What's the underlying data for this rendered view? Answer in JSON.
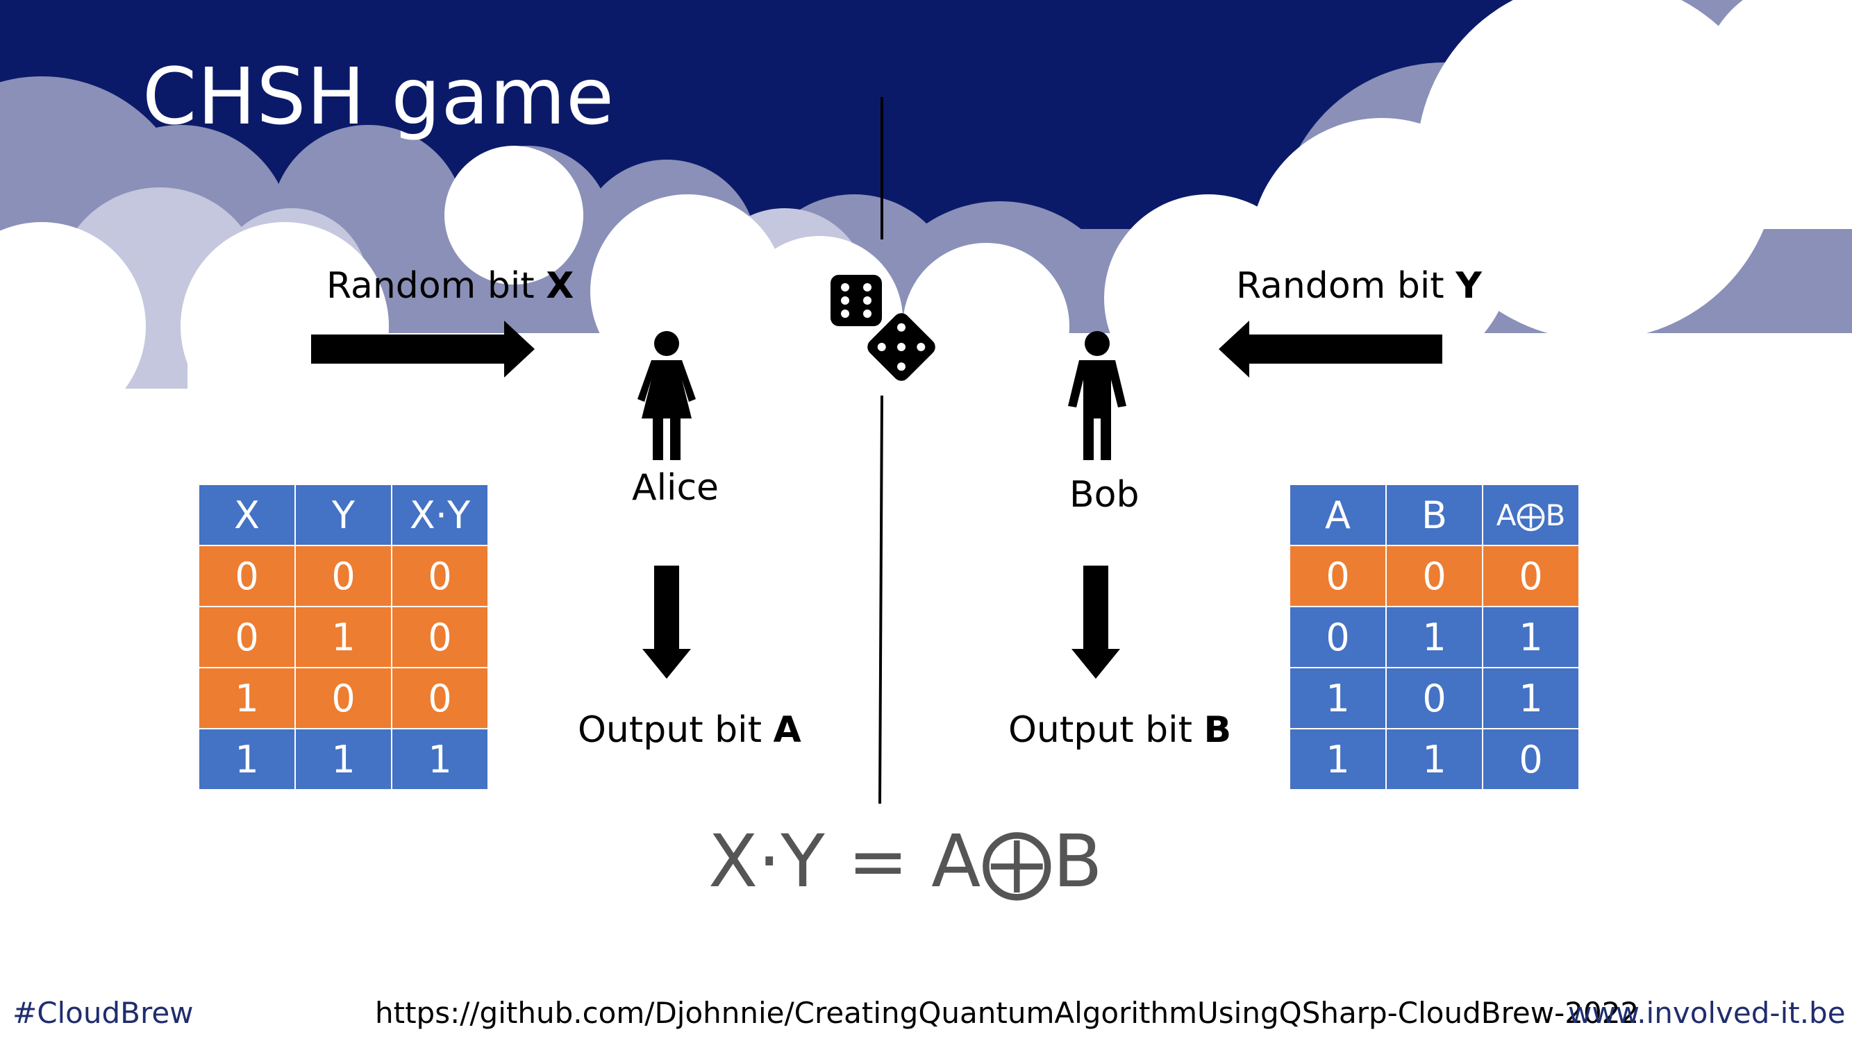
{
  "title": "CHSH game",
  "labels": {
    "random_x_prefix": "Random bit ",
    "random_x_var": "X",
    "random_y_prefix": "Random bit ",
    "random_y_var": "Y",
    "alice": "Alice",
    "bob": "Bob",
    "output_a_prefix": "Output bit ",
    "output_a_var": "A",
    "output_b_prefix": "Output bit ",
    "output_b_var": "B"
  },
  "formula": "X·Y = A⨁B",
  "table_left": {
    "headers": [
      "X",
      "Y",
      "X·Y"
    ],
    "rows": [
      [
        "0",
        "0",
        "0"
      ],
      [
        "0",
        "1",
        "0"
      ],
      [
        "1",
        "0",
        "0"
      ],
      [
        "1",
        "1",
        "1"
      ]
    ],
    "row_colors": [
      "orange",
      "orange",
      "orange",
      "blue"
    ]
  },
  "table_right": {
    "headers": [
      "A",
      "B",
      "A⨁B"
    ],
    "rows": [
      [
        "0",
        "0",
        "0"
      ],
      [
        "0",
        "1",
        "1"
      ],
      [
        "1",
        "0",
        "1"
      ],
      [
        "1",
        "1",
        "0"
      ]
    ],
    "row_colors": [
      "orange",
      "blue",
      "blue",
      "blue"
    ]
  },
  "footer": {
    "hashtag": "#CloudBrew",
    "url": "https://github.com/Djohnnie/CreatingQuantumAlgorithmUsingQSharp-CloudBrew-2022",
    "site": "www.involved-it.be"
  },
  "colors": {
    "sky": "#0B1A68",
    "cloud_mid": "#8A90B8",
    "cloud_light": "#C4C7DD",
    "table_blue": "#4472C4",
    "table_orange": "#ED7D31"
  },
  "icons": [
    "dice-icon",
    "woman-icon",
    "man-icon",
    "arrow-right-icon",
    "arrow-left-icon",
    "arrow-down-icon"
  ]
}
